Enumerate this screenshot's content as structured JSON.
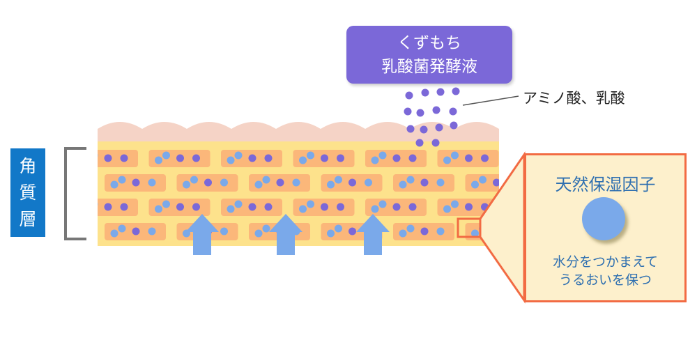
{
  "layer_label": [
    "角",
    "質",
    "層"
  ],
  "source": {
    "line1": "くずもち",
    "line2": "乳酸菌発酵液"
  },
  "ingredients_label": "アミノ酸、乳酸",
  "callout": {
    "title": "天然保湿因子",
    "desc_line1": "水分をつかまえて",
    "desc_line2": "うるおいを保つ"
  },
  "colors": {
    "pink": "#f5d3c6",
    "yellow": "#fde28c",
    "brick": "#fbb77a",
    "purple": "#7b68d8",
    "lightblue": "#7aa9ea",
    "accent": "#f26b43",
    "label_blue": "#1278c8"
  }
}
